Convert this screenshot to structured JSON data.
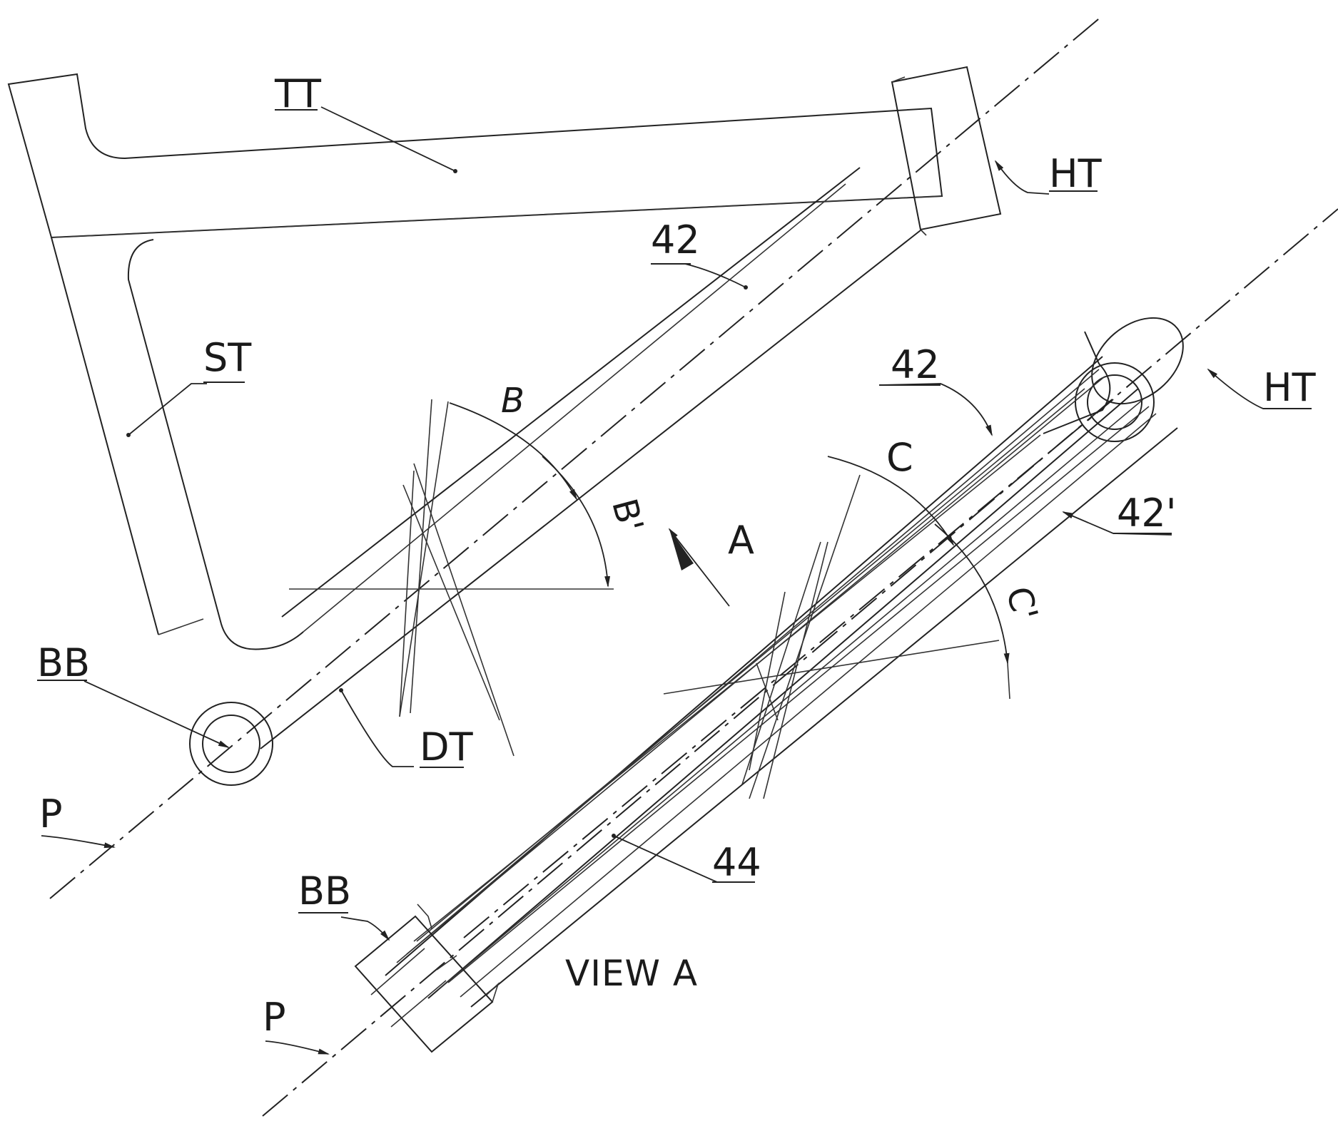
{
  "labels": {
    "tt": "TT",
    "ht_top": "HT",
    "st": "ST",
    "ref42_top": "42",
    "b": "B",
    "b_prime": "B'",
    "a": "A",
    "bb_top": "BB",
    "dt": "DT",
    "p_top": "P",
    "ref42_view": "42",
    "ht_view": "HT",
    "c": "C",
    "ref42_prime": "42'",
    "c_prime": "C'",
    "ref44": "44",
    "bb_view": "BB",
    "view_title": "VIEW A",
    "p_view": "P"
  },
  "colors": {
    "line": "#222222",
    "background": "#ffffff"
  }
}
